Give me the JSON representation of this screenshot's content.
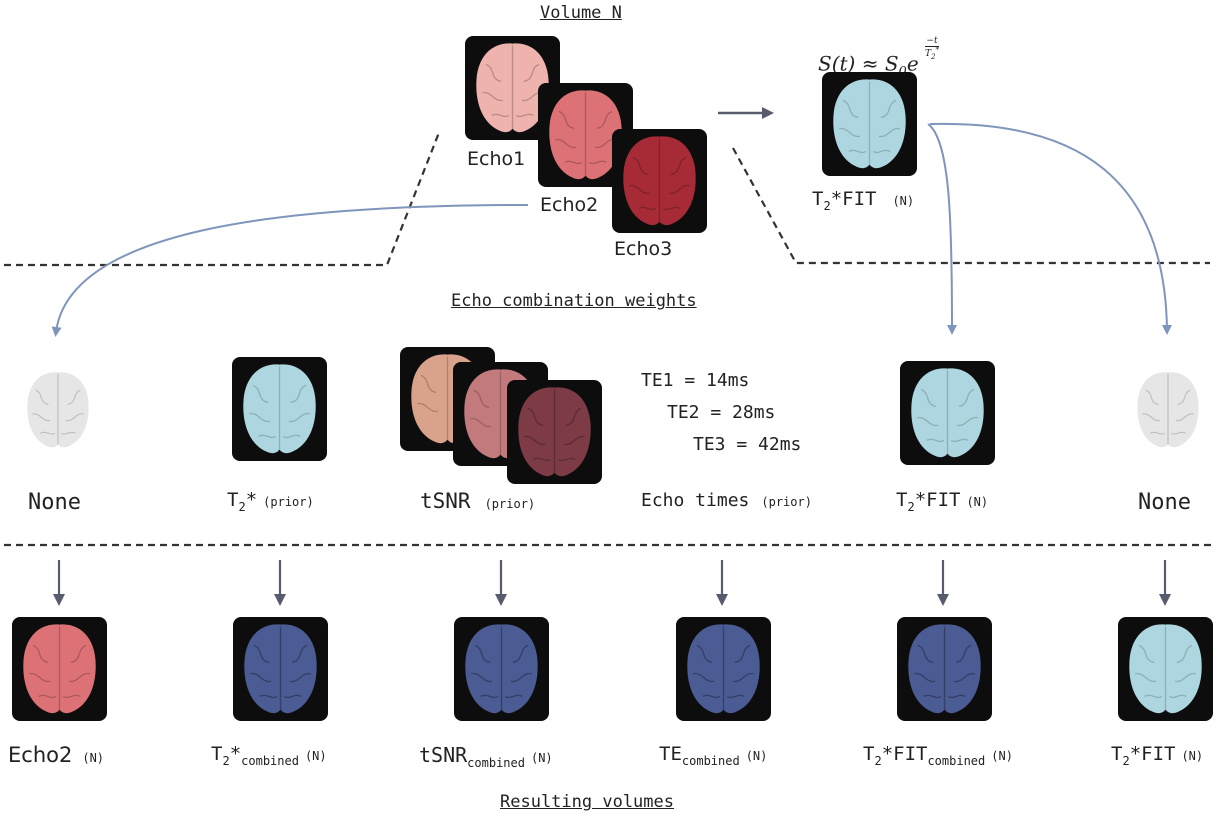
{
  "titles": {
    "volume": "Volume N",
    "weights": "Echo combination weights",
    "results": "Resulting volumes"
  },
  "equation": {
    "lhs": "S(t) ≈ S",
    "sub0": "0",
    "e": "e",
    "num": "−t",
    "den": "T",
    "den_sub": "2",
    "den_sup": "*"
  },
  "top": {
    "echo1": "Echo1",
    "echo2": "Echo2",
    "echo3": "Echo3",
    "fit_main": "T",
    "fit_sub": "2",
    "fit_rest": "*FIT",
    "fit_n": "(N)"
  },
  "weights": {
    "none_left": "None",
    "t2_main": "T",
    "t2_sub": "2",
    "t2_rest": "*",
    "t2_prior": "(prior)",
    "tsnr": "tSNR",
    "tsnr_prior": "(prior)",
    "te1": "TE1 = 14ms",
    "te2": "TE2 = 28ms",
    "te3": "TE3 = 42ms",
    "echo_times": "Echo times",
    "echo_times_prior": "(prior)",
    "fit_main": "T",
    "fit_sub": "2",
    "fit_rest": "*FIT",
    "fit_n": "(N)",
    "none_right": "None"
  },
  "results": {
    "echo2": "Echo2",
    "echo2_n": "(N)",
    "t2_main": "T",
    "t2_sub": "2",
    "t2_rest": "*",
    "t2_comb": "combined",
    "t2_n": "(N)",
    "tsnr": "tSNR",
    "tsnr_comb": "combined",
    "tsnr_n": "(N)",
    "te": "TE",
    "te_comb": "combined",
    "te_n": "(N)",
    "fit_main": "T",
    "fit_sub": "2",
    "fit_rest": "*FIT",
    "fit_comb": "combined",
    "fit_n": "(N)",
    "fit2_main": "T",
    "fit2_sub": "2",
    "fit2_rest": "*FIT",
    "fit2_n": "(N)"
  },
  "colors": {
    "echo1": "#efb3ae",
    "echo2": "#dd7276",
    "echo3": "#a62b37",
    "fit": "#aed6e0",
    "combined": "#4b5b93",
    "none": "#e6e6e6",
    "tsnr1": "#d9a28b",
    "tsnr2": "#c27a7c",
    "tsnr3": "#7c3b45",
    "arrow": "#7f95bb",
    "arrow_dark": "#565b6d"
  },
  "icons": [
    "brain-icon",
    "arrow-icon"
  ]
}
